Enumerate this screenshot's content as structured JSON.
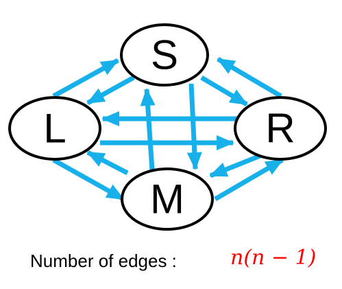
{
  "colors": {
    "edge": "#17b0ea",
    "node_fill": "#ffffff",
    "node_stroke": "#000000",
    "formula": "#ff0000"
  },
  "nodes": [
    {
      "id": "S",
      "label": "S"
    },
    {
      "id": "L",
      "label": "L"
    },
    {
      "id": "R",
      "label": "R"
    },
    {
      "id": "M",
      "label": "M"
    }
  ],
  "edges": [
    {
      "from": "L",
      "to": "S"
    },
    {
      "from": "S",
      "to": "L"
    },
    {
      "from": "S",
      "to": "R"
    },
    {
      "from": "R",
      "to": "S"
    },
    {
      "from": "R",
      "to": "L"
    },
    {
      "from": "L",
      "to": "R"
    },
    {
      "from": "M",
      "to": "L"
    },
    {
      "from": "L",
      "to": "M"
    },
    {
      "from": "R",
      "to": "M"
    },
    {
      "from": "M",
      "to": "R"
    },
    {
      "from": "M",
      "to": "S"
    },
    {
      "from": "S",
      "to": "M"
    }
  ],
  "caption": {
    "label": "Number of edges :",
    "formula": "n(n − 1)"
  }
}
